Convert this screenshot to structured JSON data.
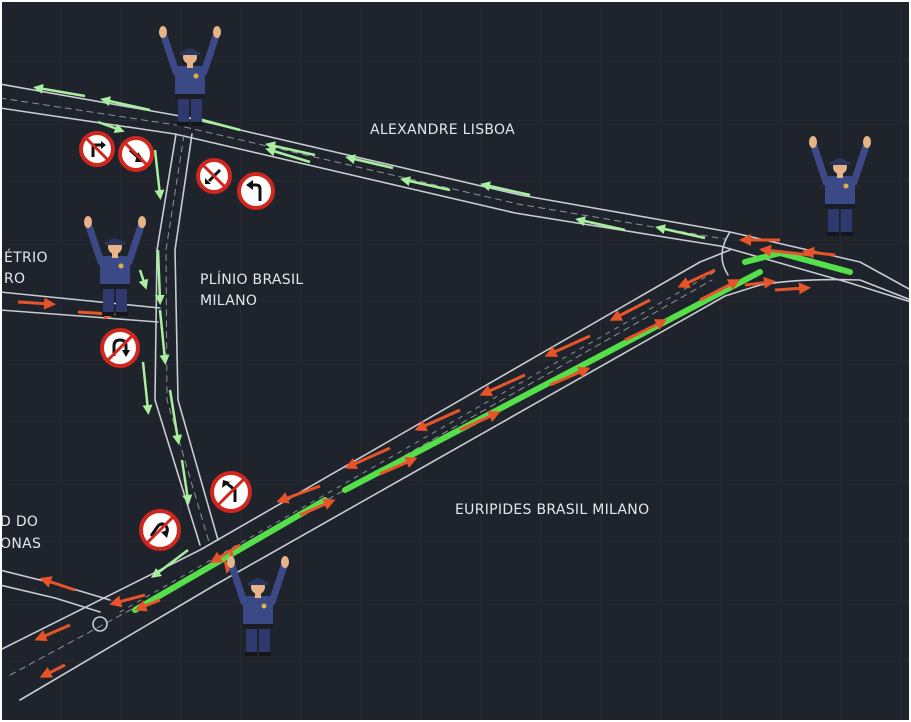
{
  "colors": {
    "background": "#1f232b",
    "grid": "#2b3039",
    "road_edge": "#c9ccd2",
    "road_dash": "#8d9199",
    "outbound_arrow": "#a8f0a0",
    "inbound_arrow": "#e8542a",
    "highlight_lane": "#55e04a",
    "sign_ring": "#d0261d",
    "sign_fill": "#ffffff",
    "sign_symbol": "#111111",
    "officer_uniform": "#3b4a87",
    "officer_skin": "#e7b48a"
  },
  "streets": {
    "alexandre_lisboa": "ALEXANDRE LISBOA",
    "plinio_line1": "PLÍNIO BRASIL",
    "plinio_line2": "MILANO",
    "euripides": "EURIPIDES BRASIL MILANO",
    "left_top_line1": "ÉTRIO",
    "left_top_line2": "RO",
    "left_bottom_line1": "D DO",
    "left_bottom_line2": "ONAS"
  },
  "signs": [
    {
      "icon": "no-right-turn-icon"
    },
    {
      "icon": "no-left-turn-icon"
    },
    {
      "icon": "no-left-turn-icon"
    },
    {
      "icon": "left-turn-icon"
    },
    {
      "icon": "no-u-turn-icon"
    },
    {
      "icon": "no-left-turn-icon"
    },
    {
      "icon": "no-u-turn-icon"
    }
  ],
  "officers": [
    {
      "icon": "traffic-officer-icon"
    },
    {
      "icon": "traffic-officer-icon"
    },
    {
      "icon": "traffic-officer-icon"
    },
    {
      "icon": "traffic-officer-icon"
    }
  ]
}
